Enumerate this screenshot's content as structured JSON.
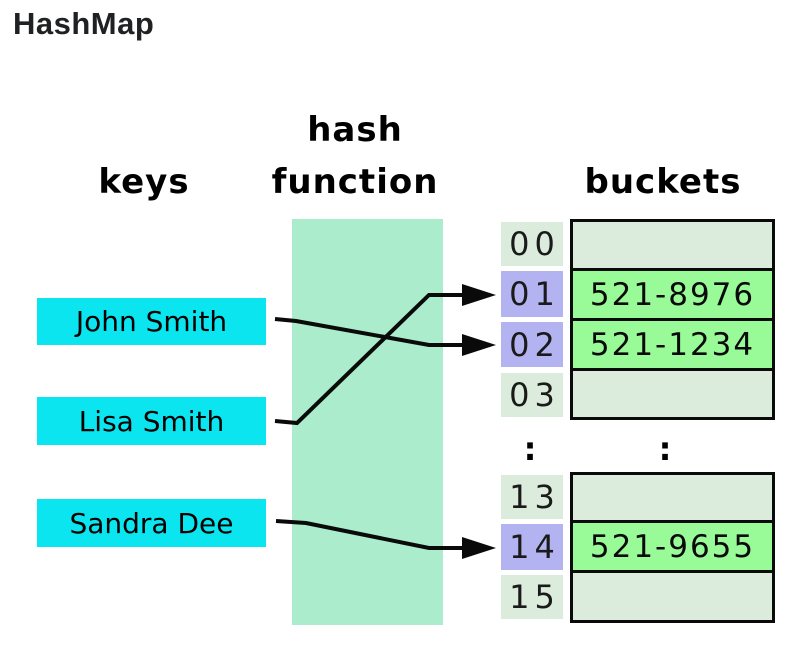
{
  "title": "HashMap",
  "diagram": {
    "headers": {
      "keys": "keys",
      "hash_function": "hash\nfunction",
      "buckets": "buckets"
    },
    "keys": [
      {
        "label": "John Smith"
      },
      {
        "label": "Lisa Smith"
      },
      {
        "label": "Sandra Dee"
      }
    ],
    "index_top": [
      {
        "label": "00",
        "highlighted": false
      },
      {
        "label": "01",
        "highlighted": true
      },
      {
        "label": "02",
        "highlighted": true
      },
      {
        "label": "03",
        "highlighted": false
      }
    ],
    "index_bottom": [
      {
        "label": "13",
        "highlighted": false
      },
      {
        "label": "14",
        "highlighted": true
      },
      {
        "label": "15",
        "highlighted": false
      }
    ],
    "buckets_top": [
      {
        "index": "00",
        "value": ""
      },
      {
        "index": "01",
        "value": "521-8976"
      },
      {
        "index": "02",
        "value": "521-1234"
      },
      {
        "index": "03",
        "value": ""
      }
    ],
    "buckets_bottom": [
      {
        "index": "13",
        "value": ""
      },
      {
        "index": "14",
        "value": "521-9655"
      },
      {
        "index": "15",
        "value": ""
      }
    ],
    "separator": ":",
    "mappings": [
      {
        "key": "John Smith",
        "bucket_index": "02",
        "value": "521-1234"
      },
      {
        "key": "Lisa Smith",
        "bucket_index": "01",
        "value": "521-8976"
      },
      {
        "key": "Sandra Dee",
        "bucket_index": "14",
        "value": "521-9655"
      }
    ],
    "colors": {
      "key_box": "#0ae5f0",
      "hash_function_box": "#aaeccb",
      "index_highlight": "#b3b3f2",
      "cell_empty": "#dcecdc",
      "cell_filled": "#98fb98",
      "line": "#0a0a0a"
    }
  }
}
